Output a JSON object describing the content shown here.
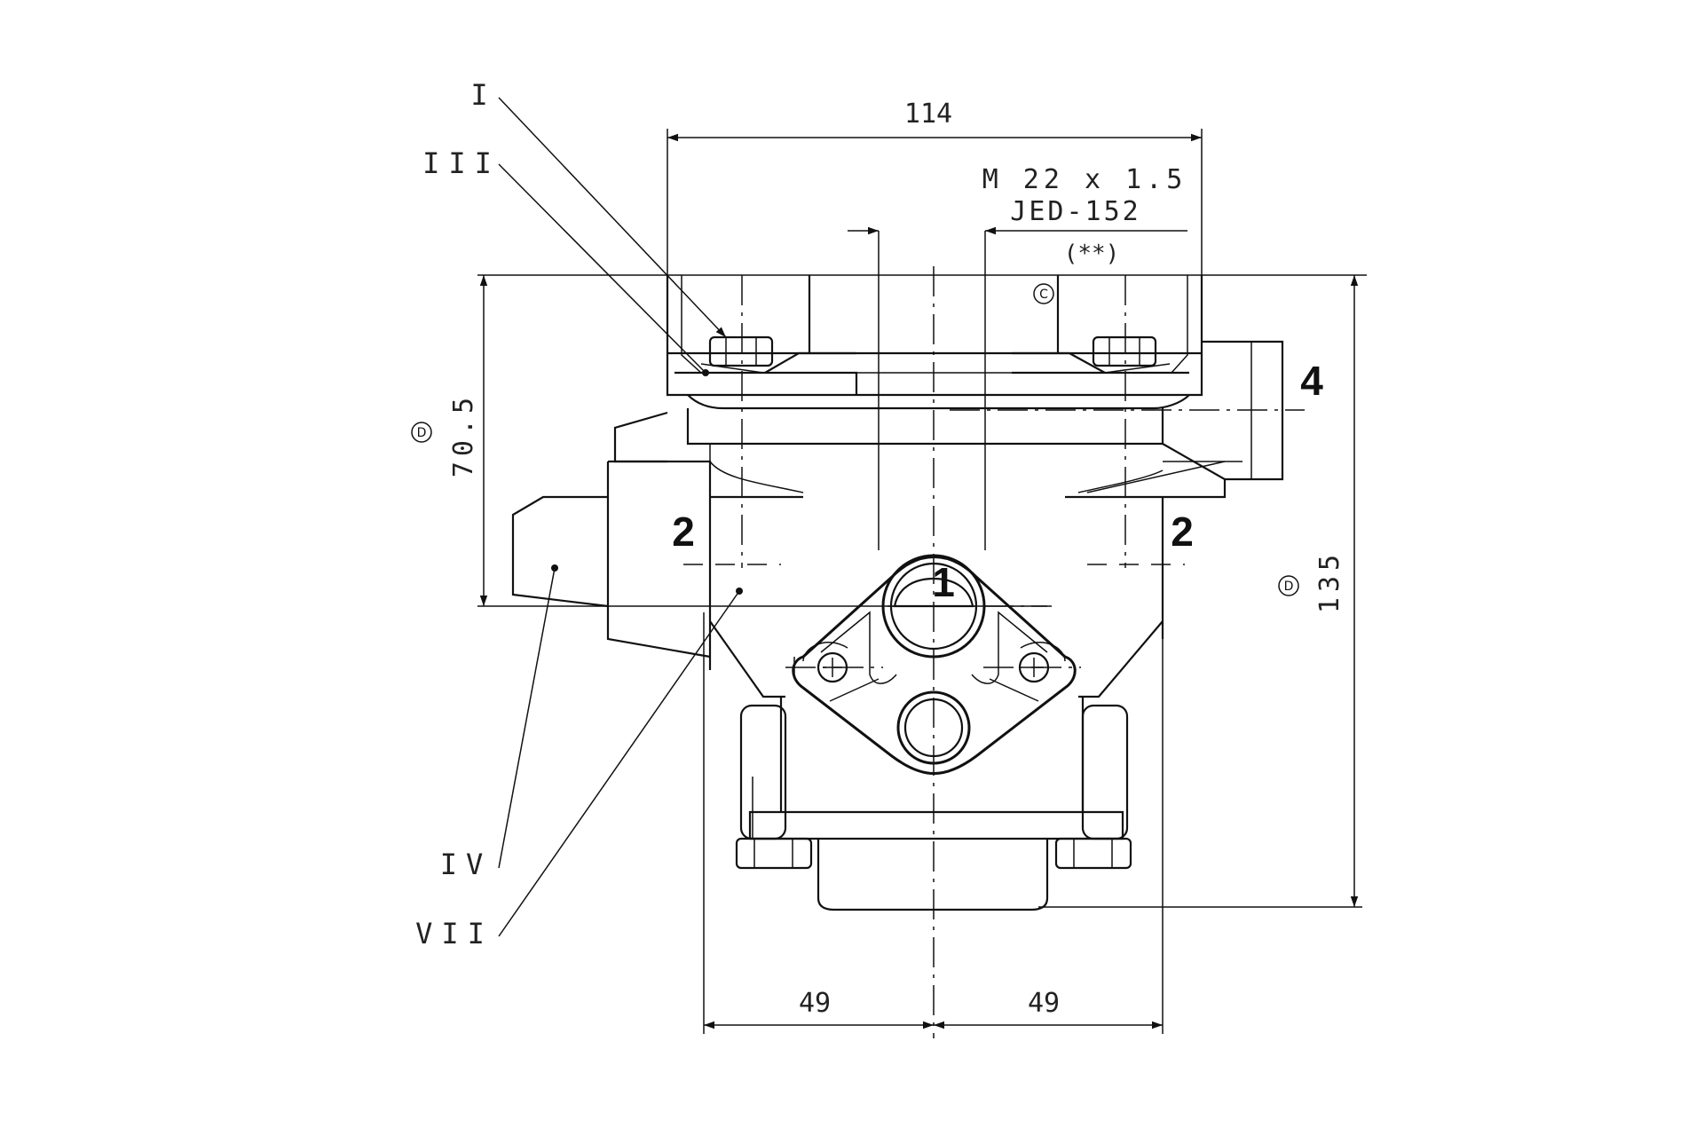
{
  "dimensions": {
    "overall_width": "114",
    "thread_spec": "M 22 x 1.5",
    "thread_standard": "JED-152",
    "thread_note": "(**)",
    "height_left": "70.5",
    "height_right": "135",
    "half_width_left": "49",
    "half_width_right": "49"
  },
  "callouts": {
    "top_1": "I",
    "top_2": "III",
    "bottom_1": "IV",
    "bottom_2": "VII"
  },
  "ports": {
    "inlet": "1",
    "delivery_left": "2",
    "delivery_right": "2",
    "control": "4"
  },
  "symbols": {
    "copyright": "C",
    "dimension_marker": "D"
  }
}
